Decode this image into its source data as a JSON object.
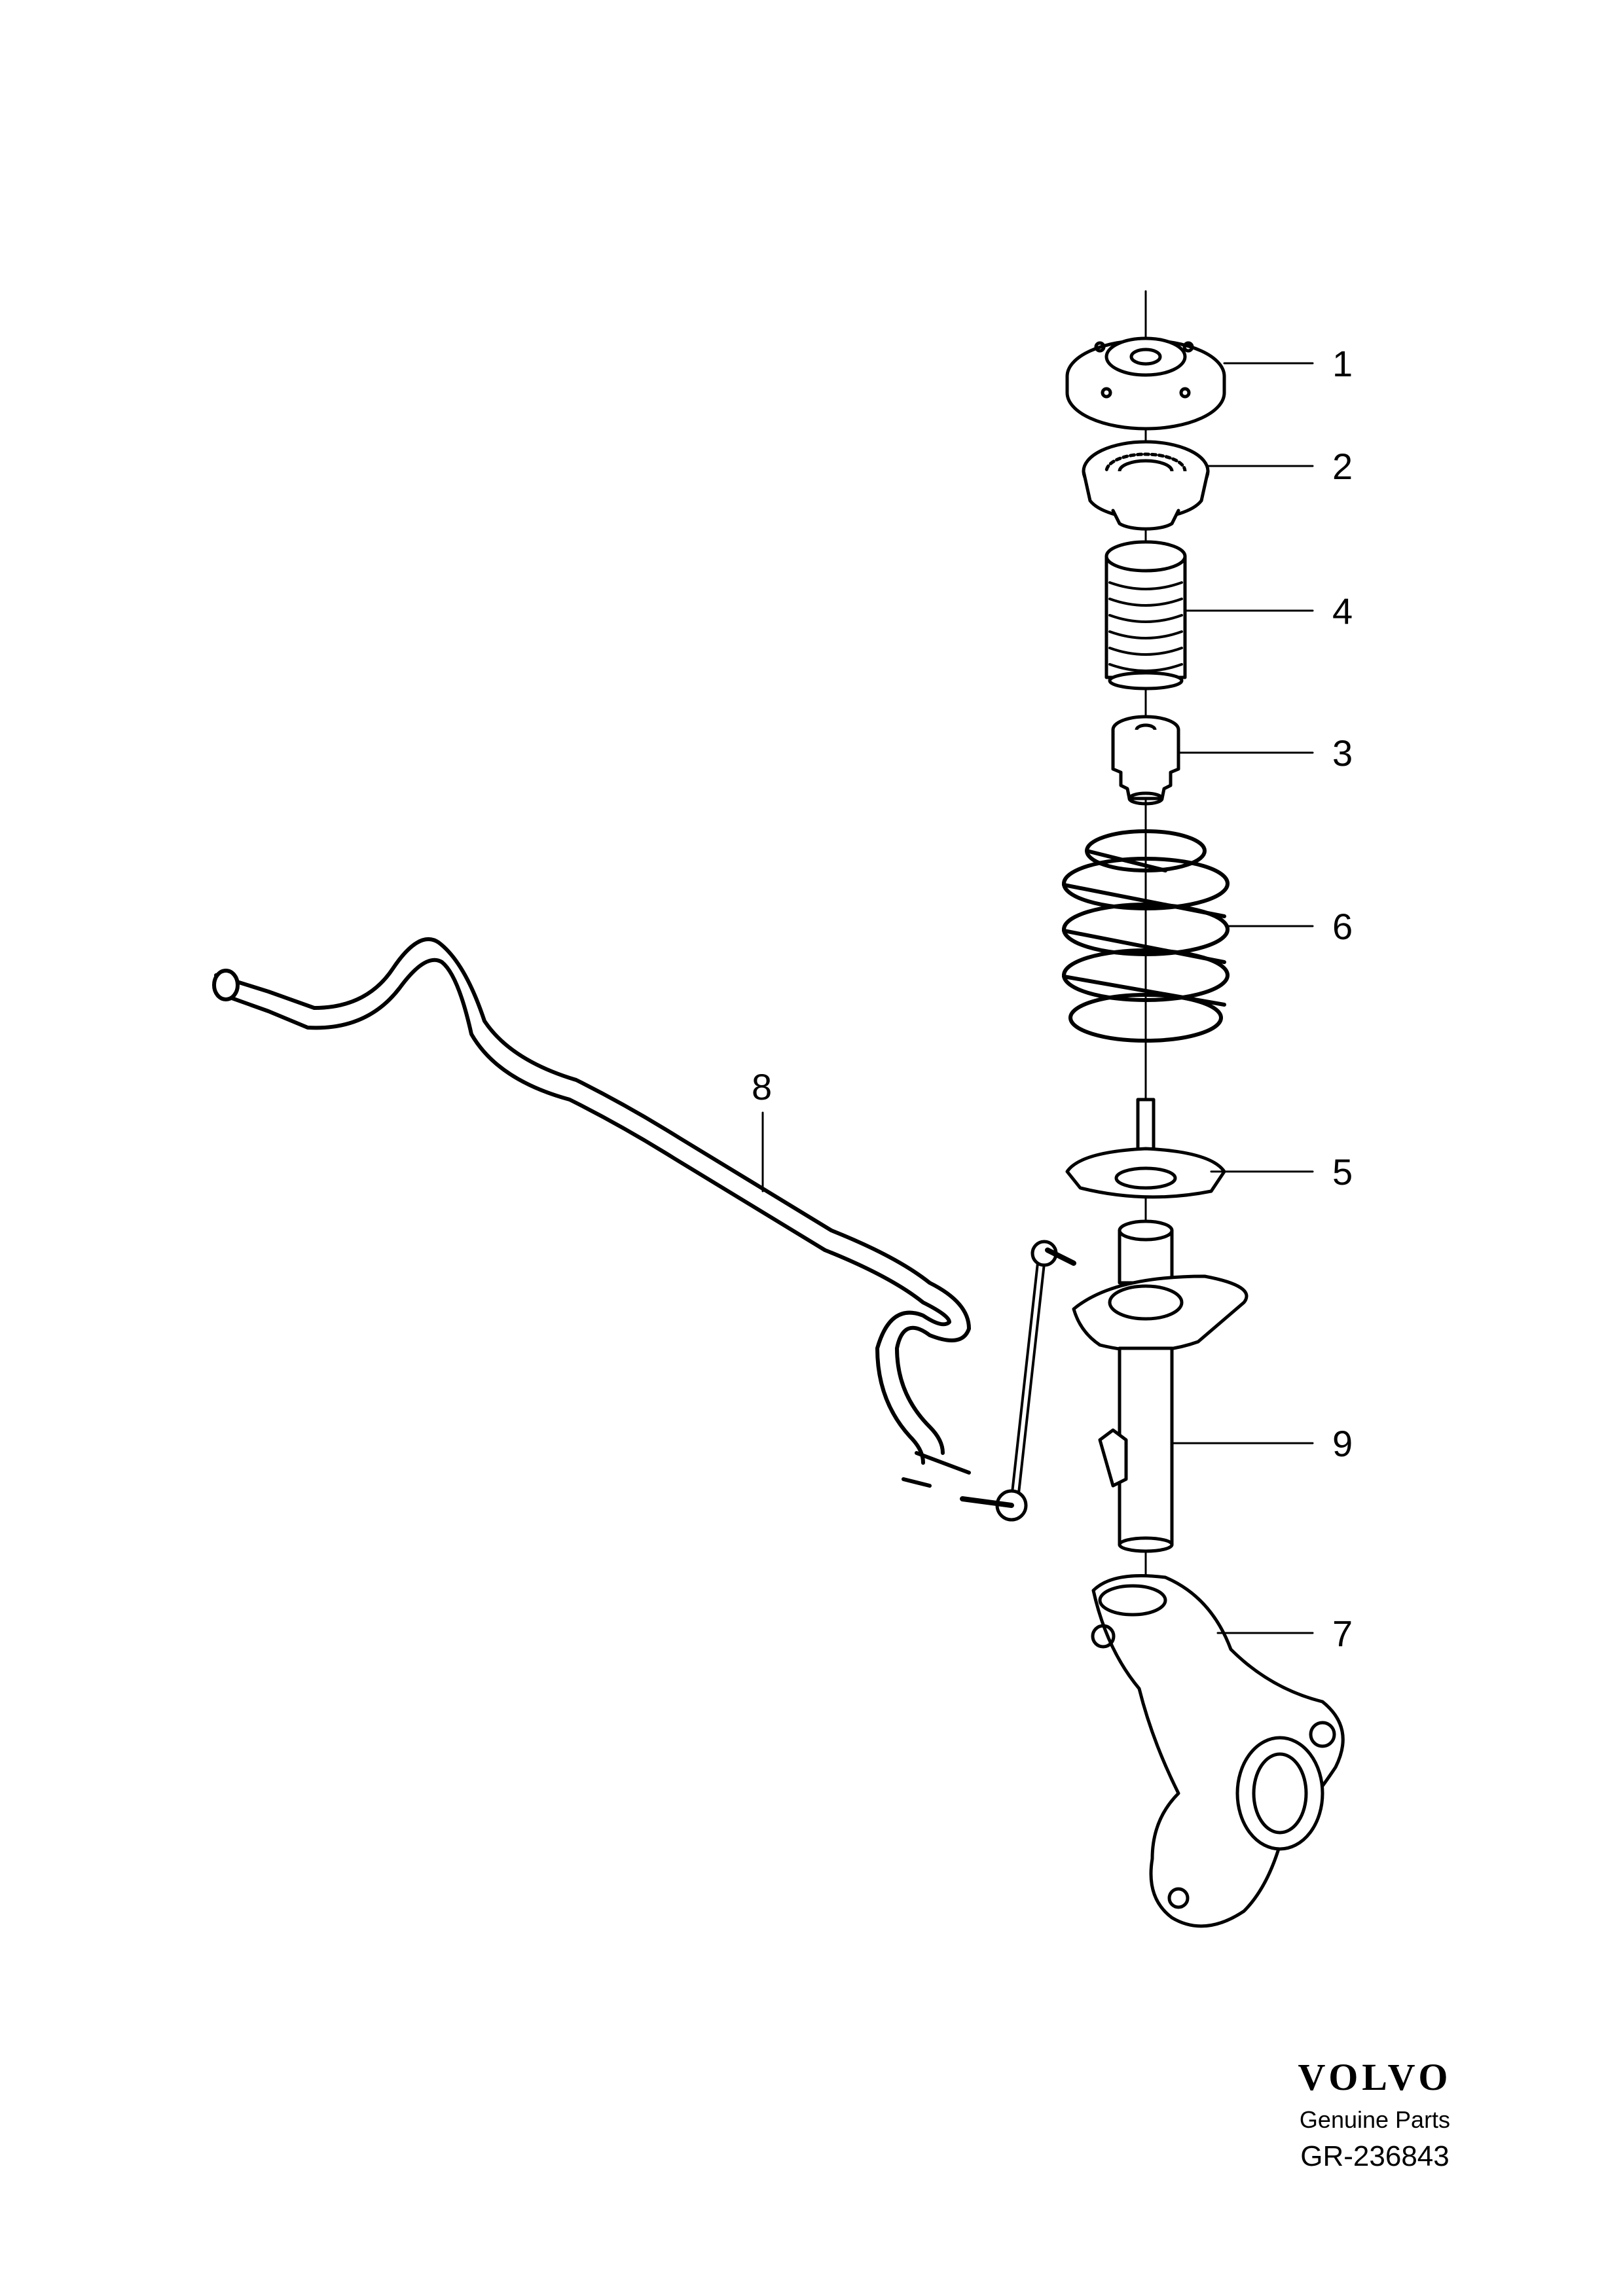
{
  "callouts": [
    {
      "id": "1"
    },
    {
      "id": "2"
    },
    {
      "id": "4"
    },
    {
      "id": "3"
    },
    {
      "id": "6"
    },
    {
      "id": "5"
    },
    {
      "id": "8"
    },
    {
      "id": "9"
    },
    {
      "id": "7"
    }
  ],
  "brand": {
    "logo": "VOLVO",
    "subtitle": "Genuine Parts",
    "reference": "GR-236843"
  },
  "colors": {
    "line": "#000000",
    "background": "#ffffff",
    "shade": "#bbbbbb"
  }
}
